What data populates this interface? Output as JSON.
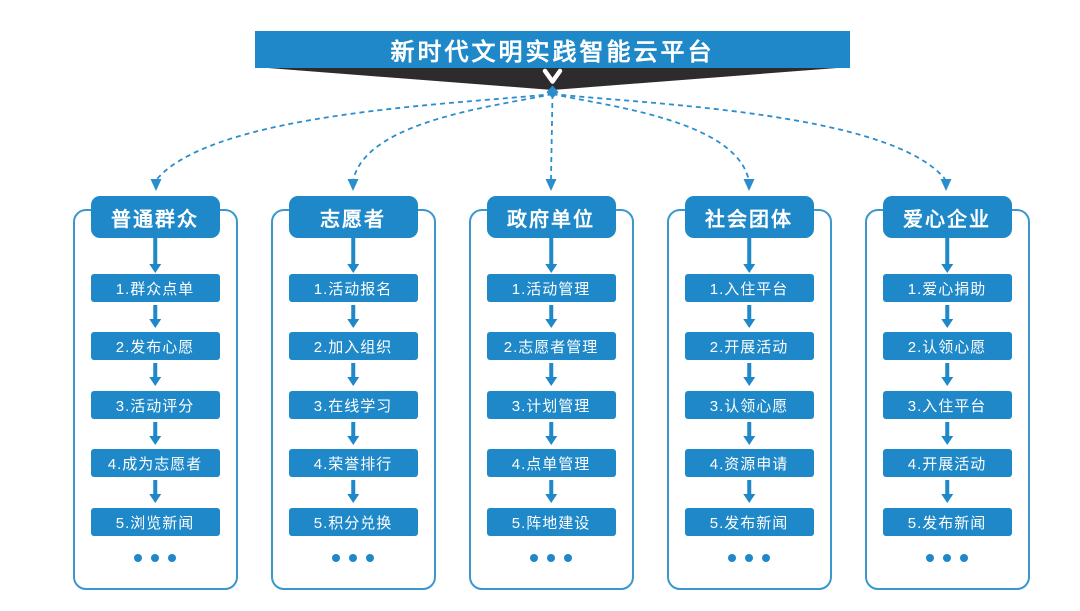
{
  "title": {
    "text": "新时代文明实践智能云平台"
  },
  "more_indicator": "···",
  "columns": [
    {
      "header": "普通群众",
      "items": [
        "1.群众点单",
        "2.发布心愿",
        "3.活动评分",
        "4.成为志愿者",
        "5.浏览新闻"
      ]
    },
    {
      "header": "志愿者",
      "items": [
        "1.活动报名",
        "2.加入组织",
        "3.在线学习",
        "4.荣誉排行",
        "5.积分兑换"
      ]
    },
    {
      "header": "政府单位",
      "items": [
        "1.活动管理",
        "2.志愿者管理",
        "3.计划管理",
        "4.点单管理",
        "5.阵地建设"
      ]
    },
    {
      "header": "社会团体",
      "items": [
        "1.入住平台",
        "2.开展活动",
        "3.认领心愿",
        "4.资源申请",
        "5.发布新闻"
      ]
    },
    {
      "header": "爱心企业",
      "items": [
        "1.爱心捐助",
        "2.认领心愿",
        "3.入住平台",
        "4.开展活动",
        "5.发布新闻"
      ]
    }
  ],
  "colors": {
    "primary_blue": "#1e88c8",
    "dashed_line_blue": "#2a8ecd",
    "frame_border_blue": "#3c97cf",
    "dark_ribbon": "#2d2b2b"
  }
}
